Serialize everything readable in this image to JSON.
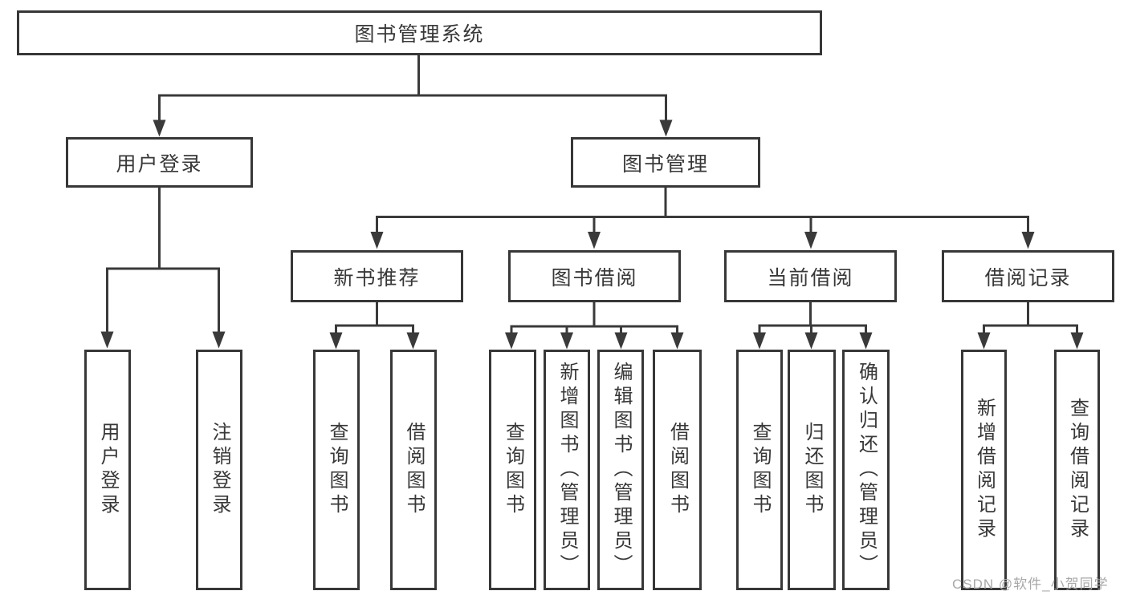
{
  "tree": {
    "root": {
      "label": "图书管理系统"
    },
    "children": [
      {
        "label": "用户登录",
        "children": [
          {
            "label": "用户登录"
          },
          {
            "label": "注销登录"
          }
        ]
      },
      {
        "label": "图书管理",
        "children": [
          {
            "label": "新书推荐",
            "children": [
              {
                "label": "查询图书"
              },
              {
                "label": "借阅图书"
              }
            ]
          },
          {
            "label": "图书借阅",
            "children": [
              {
                "label": "查询图书"
              },
              {
                "label": "新增图书（管理员）"
              },
              {
                "label": "编辑图书（管理员）"
              },
              {
                "label": "借阅图书"
              }
            ]
          },
          {
            "label": "当前借阅",
            "children": [
              {
                "label": "查询图书"
              },
              {
                "label": "归还图书"
              },
              {
                "label": "确认归还（管理员）"
              }
            ]
          },
          {
            "label": "借阅记录",
            "children": [
              {
                "label": "新增借阅记录"
              },
              {
                "label": "查询借阅记录"
              }
            ]
          }
        ]
      }
    ]
  },
  "watermark": "CSDN @软件_小贺同学",
  "colors": {
    "line": "#3a3a3a",
    "box_border": "#373737",
    "text": "#383838",
    "watermark": "#a8a8a8",
    "background": "#ffffff"
  }
}
